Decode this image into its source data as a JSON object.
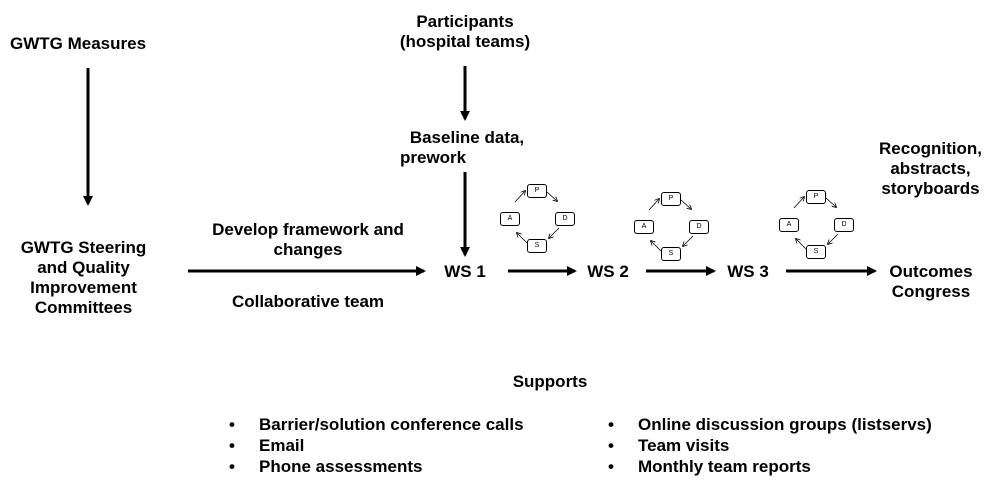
{
  "measures": "GWTG Measures",
  "participants": [
    "Participants",
    "(hospital teams)"
  ],
  "baseline": [
    "Baseline data,",
    "prework"
  ],
  "committees": [
    "GWTG Steering",
    "and Quality",
    "Improvement",
    "Committees"
  ],
  "framework": [
    "Develop framework and",
    "changes"
  ],
  "collab_team": "Collaborative team",
  "ws1": "WS 1",
  "ws2": "WS 2",
  "ws3": "WS 3",
  "recognition": [
    "Recognition,",
    "abstracts,",
    "storyboards"
  ],
  "outcomes": [
    "Outcomes",
    "Congress"
  ],
  "pdsa": {
    "p": "P",
    "d": "D",
    "s": "S",
    "a": "A"
  },
  "supports_title": "Supports",
  "supports_left": [
    "Barrier/solution conference calls",
    "Email",
    "Phone assessments"
  ],
  "supports_right": [
    "Online discussion groups (listservs)",
    "Team visits",
    "Monthly team reports"
  ]
}
